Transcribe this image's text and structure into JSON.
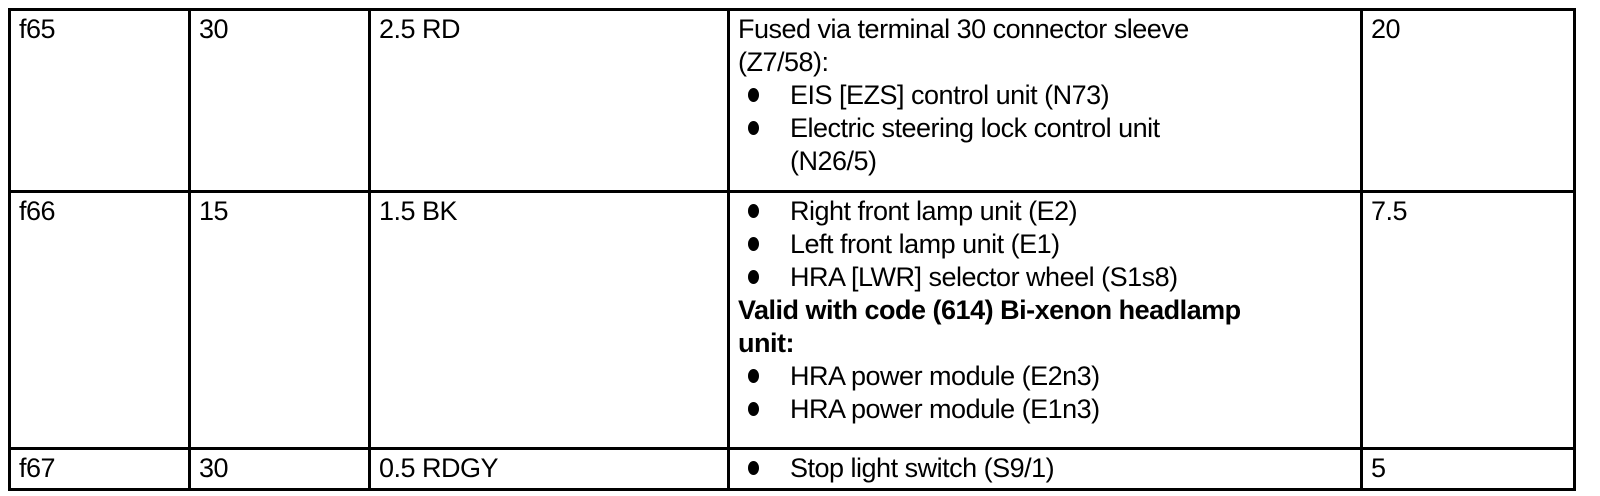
{
  "colors": {
    "background": "#ffffff",
    "text": "#000000",
    "table_border": "#000000"
  },
  "table": {
    "rows": [
      {
        "id": "f65",
        "terminal": "30",
        "wire": "2.5 RD",
        "rating": "20",
        "intro_lines": [
          "Fused via terminal 30 connector sleeve",
          "(Z7/58):"
        ],
        "bullets": [
          {
            "lines": [
              "EIS [EZS] control unit (N73)"
            ]
          },
          {
            "lines": [
              "Electric steering lock control unit",
              "(N26/5)"
            ]
          }
        ]
      },
      {
        "id": "f66",
        "terminal": "15",
        "wire": "1.5 BK",
        "rating": "7.5",
        "bullets": [
          {
            "lines": [
              "Right front lamp unit (E2)"
            ]
          },
          {
            "lines": [
              "Left front lamp unit (E1)"
            ]
          },
          {
            "lines": [
              "HRA [LWR] selector wheel (S1s8)"
            ]
          }
        ],
        "note_lines": [
          "Valid with code (614) Bi-xenon headlamp",
          "unit:"
        ],
        "bullets_after_note": [
          {
            "lines": [
              "HRA power module (E2n3)"
            ]
          },
          {
            "lines": [
              "HRA power module (E1n3)"
            ]
          }
        ]
      },
      {
        "id": "f67",
        "terminal": "30",
        "wire": "0.5 RDGY",
        "rating": "5",
        "bullets": [
          {
            "lines": [
              "Stop light switch (S9/1)"
            ]
          }
        ]
      }
    ]
  }
}
